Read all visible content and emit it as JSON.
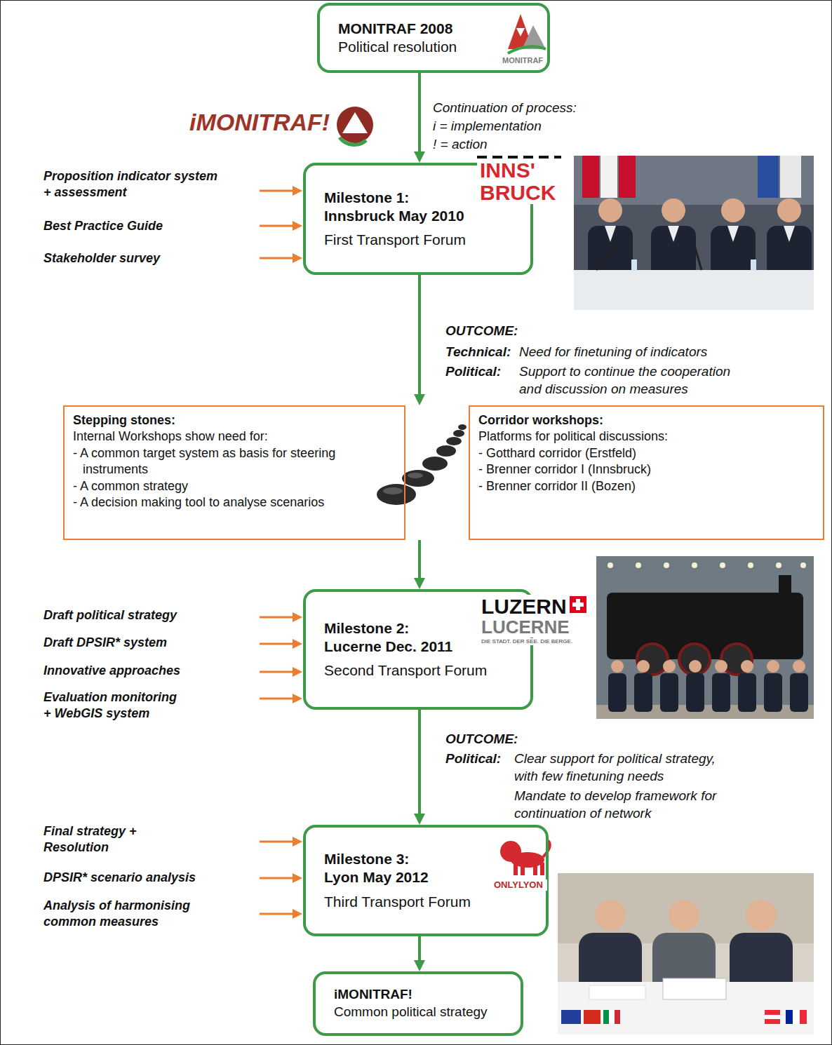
{
  "diagram": {
    "nodes": [
      {
        "text": [
          "MONITRAF 2008",
          "Political resolution"
        ]
      },
      {
        "text": [
          "Milestone 1:",
          "Innsbruck May 2010",
          "First Transport Forum"
        ]
      },
      {
        "text": [
          "Stepping stones:",
          "Internal Workshops show need for:",
          "- A common target system as basis for steering instruments",
          "- A common strategy",
          "- A decision making tool to analyse scenarios"
        ]
      },
      {
        "text": [
          "Corridor workshops:",
          "Platforms for political discussions:",
          "- Gotthard corridor (Erstfeld)",
          "- Brenner corridor I (Innsbruck)",
          "- Brenner corridor II (Bozen)"
        ]
      },
      {
        "text": [
          "Milestone 2:",
          "Lucerne Dec. 2011",
          "Second Transport Forum"
        ]
      },
      {
        "text": [
          "Milestone 3:",
          "Lyon May 2012",
          "Third Transport Forum"
        ]
      },
      {
        "text": [
          "iMONITRAF!",
          "Common political strategy"
        ]
      }
    ],
    "edges": [
      {
        "from": 0,
        "to": 1,
        "arrow": "to",
        "label": "Continuation of process:"
      },
      {
        "from": 1,
        "to": 2,
        "arrow": "to",
        "label": "OUTCOME:"
      },
      {
        "from": 2,
        "to": 4,
        "arrow": "to"
      },
      {
        "from": 4,
        "to": 5,
        "arrow": "to",
        "label": "OUTCOME:"
      },
      {
        "from": 5,
        "to": 6,
        "arrow": "to"
      }
    ],
    "labels": [
      "MONITRAF",
      "iMONITRAF!",
      "i = implementation",
      "! = action",
      "INNS' BRUCK",
      "Proposition indicator system + assessment",
      "Best Practice Guide",
      "Stakeholder survey",
      "Technical:",
      "Need for finetuning of indicators",
      "Political:",
      "Support to continue the cooperation and discussion on measures",
      "LUZERN",
      "LUCERNE",
      "DIE STADT. DER SEE. DIE BERGE.",
      "Draft political strategy",
      "Draft DPSIR* system",
      "Innovative approaches",
      "Evaluation monitoring + WebGIS system",
      "Political:",
      "Clear support for political strategy, with few finetuning needs",
      "Mandate to develop framework for continuation of network",
      "ONLYLYON",
      "Final strategy + Resolution",
      "DPSIR* scenario analysis",
      "Analysis of harmonising common measures"
    ]
  }
}
